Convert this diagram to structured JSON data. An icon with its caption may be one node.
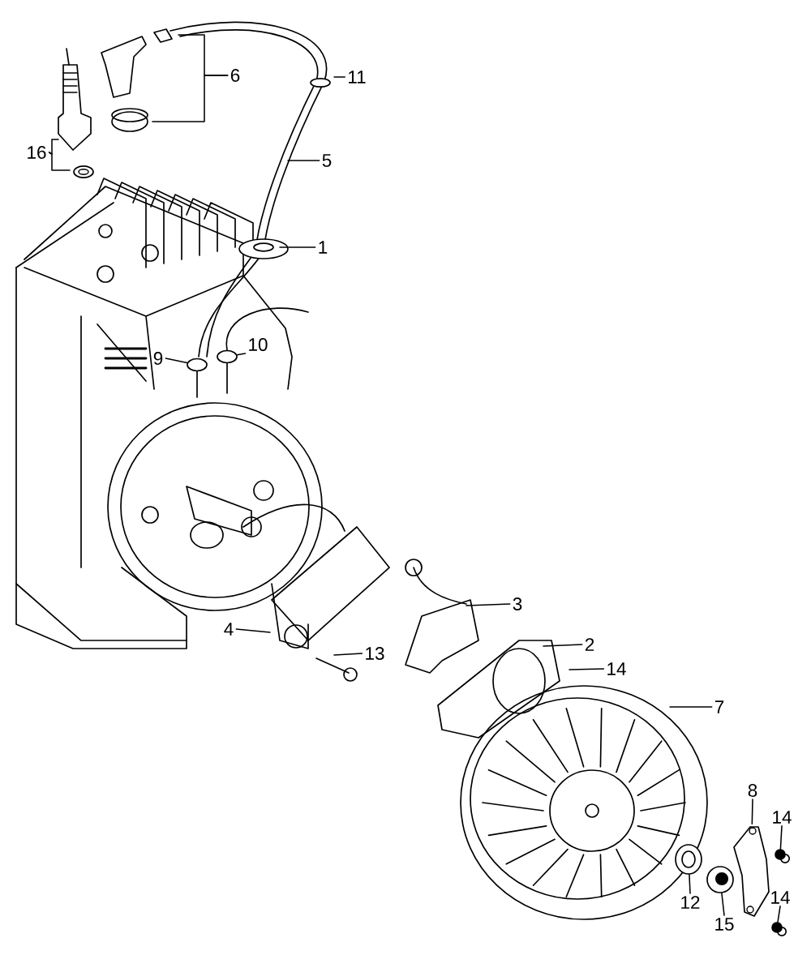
{
  "diagram": {
    "nodes": [
      {
        "text": [
          "6"
        ]
      },
      {
        "text": [
          "11"
        ]
      },
      {
        "text": [
          "16"
        ]
      },
      {
        "text": [
          "5"
        ]
      },
      {
        "text": [
          "1"
        ]
      },
      {
        "text": [
          "10"
        ]
      },
      {
        "text": [
          "9"
        ]
      },
      {
        "text": [
          "3"
        ]
      },
      {
        "text": [
          "4"
        ]
      },
      {
        "text": [
          "2"
        ]
      },
      {
        "text": [
          "13"
        ]
      },
      {
        "text": [
          "14"
        ]
      },
      {
        "text": [
          "7"
        ]
      },
      {
        "text": [
          "8"
        ]
      },
      {
        "text": [
          "14"
        ]
      },
      {
        "text": [
          "14"
        ]
      },
      {
        "text": [
          "12"
        ]
      },
      {
        "text": [
          "15"
        ]
      },
      {
        "text": [],
        "shape": "picture"
      },
      {
        "text": [],
        "shape": "circle"
      },
      {
        "text": [],
        "shape": "circle"
      },
      {
        "text": [],
        "shape": "circle"
      },
      {
        "text": [],
        "shape": "circle"
      },
      {
        "text": [],
        "shape": "circle"
      },
      {
        "text": [],
        "shape": "circle"
      }
    ],
    "edges": [
      {
        "from": 0,
        "to": null,
        "arrow": "none"
      },
      {
        "from": 0,
        "to": null,
        "arrow": "none"
      },
      {
        "from": 1,
        "to": null,
        "arrow": "none"
      },
      {
        "from": 2,
        "to": null,
        "arrow": "none"
      },
      {
        "from": 2,
        "to": null,
        "arrow": "none"
      },
      {
        "from": 3,
        "to": null,
        "arrow": "none"
      },
      {
        "from": 4,
        "to": null,
        "arrow": "none"
      },
      {
        "from": 5,
        "to": 24,
        "arrow": "none"
      },
      {
        "from": 6,
        "to": 23,
        "arrow": "none"
      },
      {
        "from": 7,
        "to": null,
        "arrow": "none"
      },
      {
        "from": 8,
        "to": null,
        "arrow": "none"
      },
      {
        "from": 9,
        "to": null,
        "arrow": "none"
      },
      {
        "from": 10,
        "to": null,
        "arrow": "none"
      },
      {
        "from": 11,
        "to": null,
        "arrow": "none"
      },
      {
        "from": 12,
        "to": null,
        "arrow": "none"
      },
      {
        "from": 13,
        "to": 18,
        "arrow": "none"
      },
      {
        "from": 14,
        "to": 19,
        "arrow": "none"
      },
      {
        "from": 15,
        "to": 20,
        "arrow": "none"
      },
      {
        "from": 16,
        "to": 21,
        "arrow": "none"
      },
      {
        "from": 17,
        "to": 22,
        "arrow": "none"
      }
    ]
  }
}
